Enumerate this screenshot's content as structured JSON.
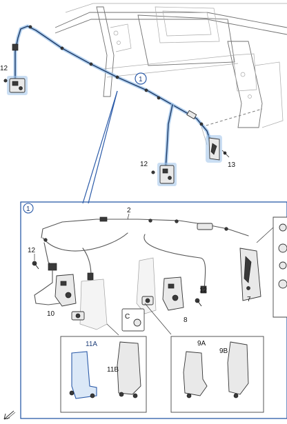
{
  "labels": {
    "callout_main": "1",
    "callout_inset": "1",
    "harness": "2",
    "bolt_left_top": "12",
    "bolt_mid_top": "12",
    "bolt_left_inset": "12",
    "bolt_right_inset": "12",
    "screw_top_right": "13",
    "latch_right_inset": "8",
    "latch_left_inset": "10",
    "bracket_right_inset": "7",
    "clip_c": "C",
    "bracket_11a": "11A",
    "bracket_11b": "11B",
    "bracket_9a": "9A",
    "bracket_9b": "9B"
  },
  "colors": {
    "highlight": "#2a5aa8",
    "highlight_fill": "#9ec3ea",
    "line": "#333333"
  },
  "icons": {
    "corner": "front-direction-arrow-icon"
  }
}
